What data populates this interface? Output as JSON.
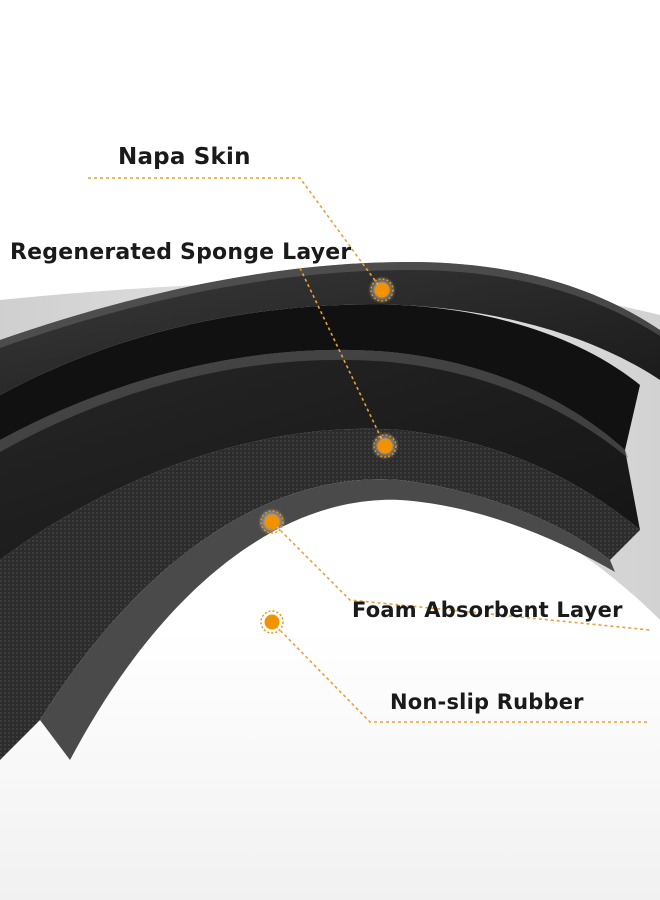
{
  "labels": {
    "napa_skin": "Napa Skin",
    "sponge_layer": "Regenerated Sponge Layer",
    "foam_layer": "Foam Absorbent Layer",
    "rubber_layer": "Non-slip Rubber"
  },
  "colors": {
    "accent": "#F39200",
    "leader": "#E8A13A",
    "text": "#1A1A1A",
    "top_layer": "#2B2B2B",
    "foam": "#1C1C1C",
    "rubber": "#3A3A3A",
    "under_surface": "#D9D9D9",
    "background": "#FFFFFF"
  }
}
